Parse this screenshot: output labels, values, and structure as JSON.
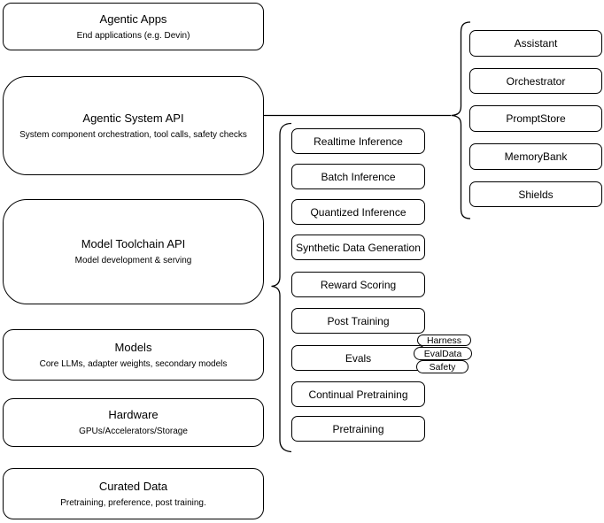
{
  "nodes": {
    "agentic_apps": {
      "title": "Agentic Apps",
      "subtitle": "End applications (e.g. Devin)"
    },
    "agentic_system_api": {
      "title": "Agentic System API",
      "subtitle": "System component orchestration, tool calls, safety checks"
    },
    "model_toolchain_api": {
      "title": "Model Toolchain API",
      "subtitle": "Model development & serving"
    },
    "models": {
      "title": "Models",
      "subtitle": "Core LLMs, adapter weights, secondary models"
    },
    "hardware": {
      "title": "Hardware",
      "subtitle": "GPUs/Accelerators/Storage"
    },
    "curated_data": {
      "title": "Curated Data",
      "subtitle": "Pretraining, preference, post training."
    }
  },
  "toolchain": {
    "items": [
      "Realtime Inference",
      "Batch Inference",
      "Quantized Inference",
      "Synthetic Data Generation",
      "Reward Scoring",
      "Post Training",
      "Evals",
      "Continual Pretraining",
      "Pretraining"
    ]
  },
  "evals_tags": {
    "items": [
      "Harness",
      "EvalData",
      "Safety"
    ]
  },
  "system_components": {
    "items": [
      "Assistant",
      "Orchestrator",
      "PromptStore",
      "MemoryBank",
      "Shields"
    ]
  },
  "colors": {
    "stroke": "#000000",
    "shape_fill": "#ffffff",
    "canvas": "#ffffff"
  }
}
